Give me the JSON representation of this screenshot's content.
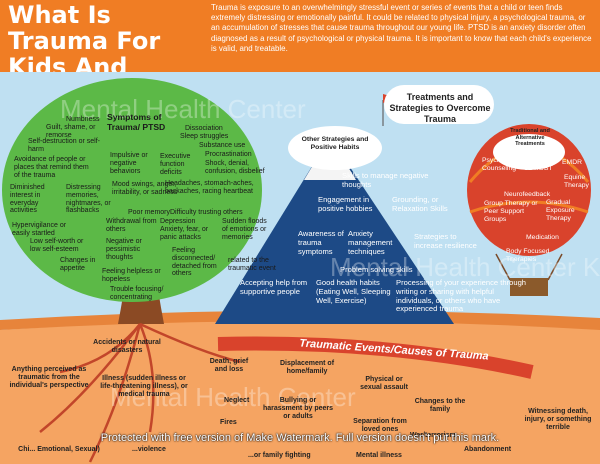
{
  "header": {
    "title": "What Is Trauma For Kids And Teens",
    "intro": "Trauma is exposure to an overwhelmingly stressful event or series of events that a child or teen finds extremely distressing or emotionally painful. It could be related to physical injury, a psychological trauma, or an accumulation of stresses that cause trauma throughout our young life. PTSD is an anxiety disorder often diagnosed as a result of psychological or physical trauma. It is important to know that each child's experience is valid, and treatable."
  },
  "watermarks": [
    "Mental Health Center",
    "Mental Health Center Kids",
    "Mental Health Center"
  ],
  "tree": {
    "heading": "Symptoms of Trauma/ PTSD",
    "left_items": [
      "Numbness",
      "Guilt, shame, or remorse",
      "Self-destruction or self-harm",
      "Avoidance of people or places that remind them of the trauma",
      "Diminished interest in everyday activities",
      "Hypervigilance or easily startled",
      "Low self-worth or low self-esteem",
      "Changes in appetite"
    ],
    "mid_items": [
      "Distressing memories, nightmares, or flashbacks",
      "Impulsive or negative behaviors",
      "Mood swings, anger, irritability, or sadness",
      "Withdrawal from others",
      "Negative or pessimistic thoughts",
      "Feeling helpless or hopeless",
      "Trouble focusing/ concentrating"
    ],
    "right_items": [
      "Dissociation",
      "Sleep struggles",
      "Substance use",
      "Executive function deficits",
      "Procrastination",
      "Shock, denial, confusion, disbelief",
      "Headaches, stomach-aches, backaches, racing heartbeat",
      "Poor memory",
      "Difficulty trusting others",
      "Depression",
      "Anxiety, fear, or panic attacks",
      "Sudden floods of emotions or memories",
      "Feeling disconnected/ detached from others",
      "related to the traumatic event"
    ]
  },
  "mountain": {
    "heading": "Treatments and Strategies to Overcome Trauma",
    "subheading": "Other Strategies and Positive Habits",
    "items": [
      "Skills to manage negative thoughts",
      "Engagement in positive hobbies",
      "Grounding, or Relaxation Skills",
      "Awareness of trauma symptoms",
      "Anxiety management techniques",
      "Strategies to increase resilience",
      "Problem solving skills",
      "Accepting help from supportive people",
      "Good health habits (Eating Well, Sleeping Well, Exercise)",
      "Processing of your experience through writing or sharing with helpful individuals, or others who have experienced trauma"
    ]
  },
  "balloon": {
    "heading": "Traditional and Alternative Treatments",
    "items": [
      "Psychotherapy/ Counseling – CBT/DBT",
      "EMDR",
      "Equine Therapy",
      "Neurofeedback",
      "Group Therapy or Peer Support Groups",
      "Gradual Exposure Therapy",
      "Medication",
      "Body Focused Therapies"
    ]
  },
  "ground": {
    "heading": "Traumatic Events/Causes of Trauma",
    "items": [
      "Accidents or natural disasters",
      "Anything perceived as traumatic from the individual's perspective",
      "Illness (sudden illness or life-threatening illness), or medical trauma",
      "Death, grief and loss",
      "Displacement of home/family",
      "Physical or sexual assault",
      "Neglect",
      "Bullying or harassment by peers or adults",
      "Fires",
      "Changes to the family",
      "Separation from loved ones",
      "Witnessing death, injury, or something terrible",
      "Chi... Emotional, Sexual)",
      "...violence",
      "...or family fighting",
      "Mental illness",
      "War/terrorism",
      "Abandonment"
    ]
  },
  "protected_notice": "Protected with free version of Make Watermark. Full version doesn't put this mark.",
  "colors": {
    "orange": "#f07d24",
    "tree_green": "#5cb947",
    "mountain_navy": "#1d4a86",
    "sky_blue": "#bfe0f2",
    "soil_orange": "#f5a462",
    "roots": "#c2462a",
    "balloon_red": "#d9432c"
  }
}
